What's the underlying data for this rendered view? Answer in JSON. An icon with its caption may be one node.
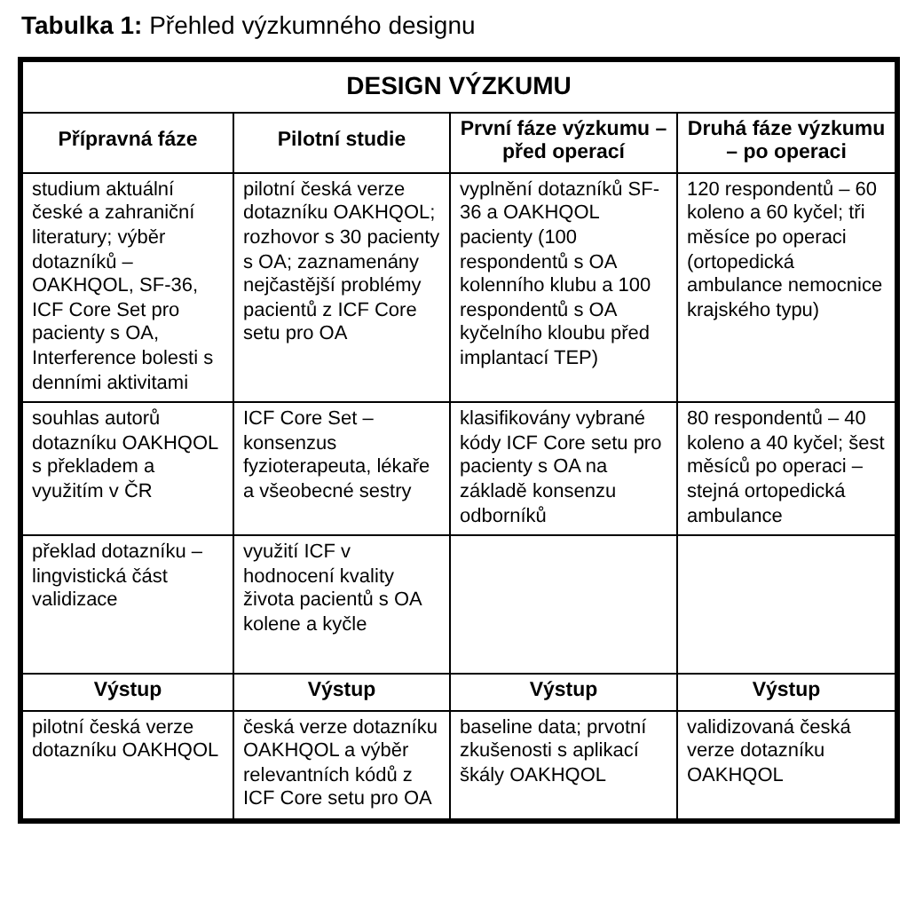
{
  "diagram": {
    "title": "**Tabulka 1:** Přehled výzkumného designu",
    "labels": [
      "DESIGN VÝZKUMU",
      "Přípravná fáze",
      "Pilotní studie",
      "První fáze výzkumu – před operací",
      "Druhá fáze výzkumu – po operaci",
      "studium aktuální české a zahraniční literatury; výběr dotazníků – OAKHQOL, SF-36, ICF Core Set pro pacienty s OA, Interference bolesti s denními aktivitami",
      "pilotní česká verze dotazníku OAKHQOL; rozhovor s 30 pacienty s OA; zaznamenány nejčastější problémy pacientů z ICF Core setu pro OA",
      "vyplnění dotazníků SF-36 a OAKHQOL pacienty (100 respondentů s OA kolenního klubu a 100 respondentů s OA kyčelního kloubu před implantací TEP)",
      "120 respondentů – 60 koleno a 60 kyčel; tři měsíce po operaci (ortopedická ambulance nemocnice krajského typu)",
      "souhlas autorů dotazníku OAKHQOL s překladem a využitím v ČR",
      "ICF Core Set – konsenzus fyzioterapeuta, lékaře a všeobecné sestry",
      "klasifikovány vybrané kódy ICF Core setu pro pacienty s OA na základě konsenzu odborníků",
      "80 respondentů – 40 koleno a 40 kyčel; šest měsíců po operaci – stejná ortopedická ambulance",
      "překlad dotazníku – lingvistická část validizace",
      "využití ICF v hodnocení kvality života pacientů s OA kolene a kyčle",
      "Výstup",
      "Výstup",
      "Výstup",
      "Výstup",
      "pilotní česká verze dotazníku OAKHQOL",
      "česká verze dotazníku OAKHQOL a výběr relevantních kódů z ICF Core setu pro OA",
      "baseline data; prvotní zkušenosti s aplikací škály OAKHQOL",
      "validizovaná česká verze dotazníku OAKHQOL"
    ]
  }
}
